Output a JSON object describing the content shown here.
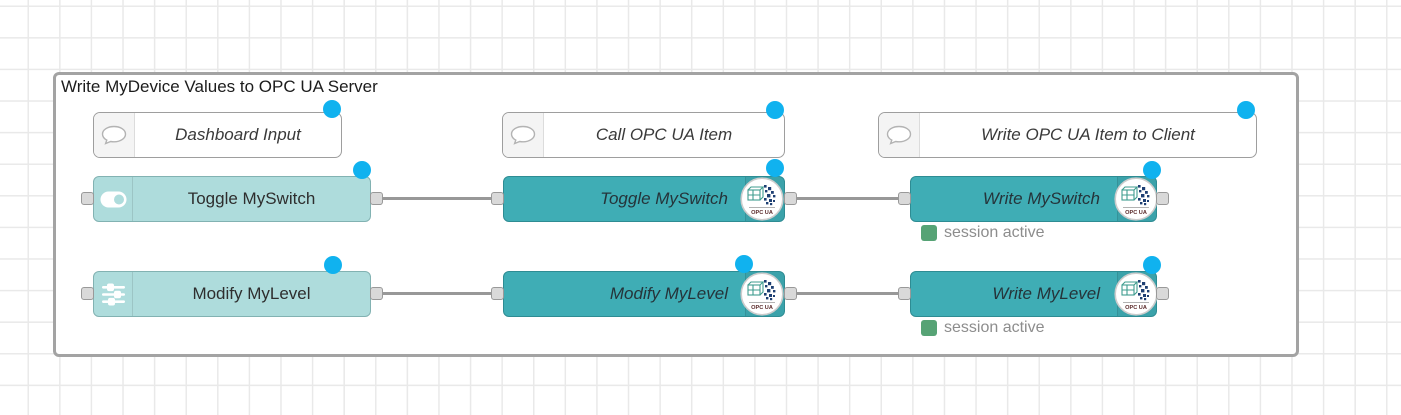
{
  "group": {
    "label": "Write MyDevice Values to OPC UA Server"
  },
  "comments": [
    {
      "label": "Dashboard Input"
    },
    {
      "label": "Call OPC UA Item"
    },
    {
      "label": "Write OPC UA Item to Client"
    }
  ],
  "nodes": [
    {
      "label": "Toggle MySwitch",
      "type": "dashboard-switch",
      "icon": "toggle-switch-icon"
    },
    {
      "label": "Modify MyLevel",
      "type": "dashboard-slider",
      "icon": "sliders-icon"
    },
    {
      "label": "Toggle MySwitch",
      "type": "opcua-item",
      "badge": "OPC UA"
    },
    {
      "label": "Modify MyLevel",
      "type": "opcua-item",
      "badge": "OPC UA"
    },
    {
      "label": "Write MySwitch",
      "type": "opcua-client",
      "badge": "OPC UA"
    },
    {
      "label": "Write MyLevel",
      "type": "opcua-client",
      "badge": "OPC UA"
    }
  ],
  "statuses": [
    {
      "text": "session active"
    },
    {
      "text": "session active"
    }
  ],
  "badge_text": "OPC UA",
  "colors": {
    "dashboard_node": "#aedcdc",
    "opcua_node": "#3fadb5",
    "wire": "#989898",
    "changed_dot": "#10b2ef",
    "status_green": "#56a375",
    "group_border": "#a3a3a3",
    "grid_line": "#e9e9e9"
  }
}
